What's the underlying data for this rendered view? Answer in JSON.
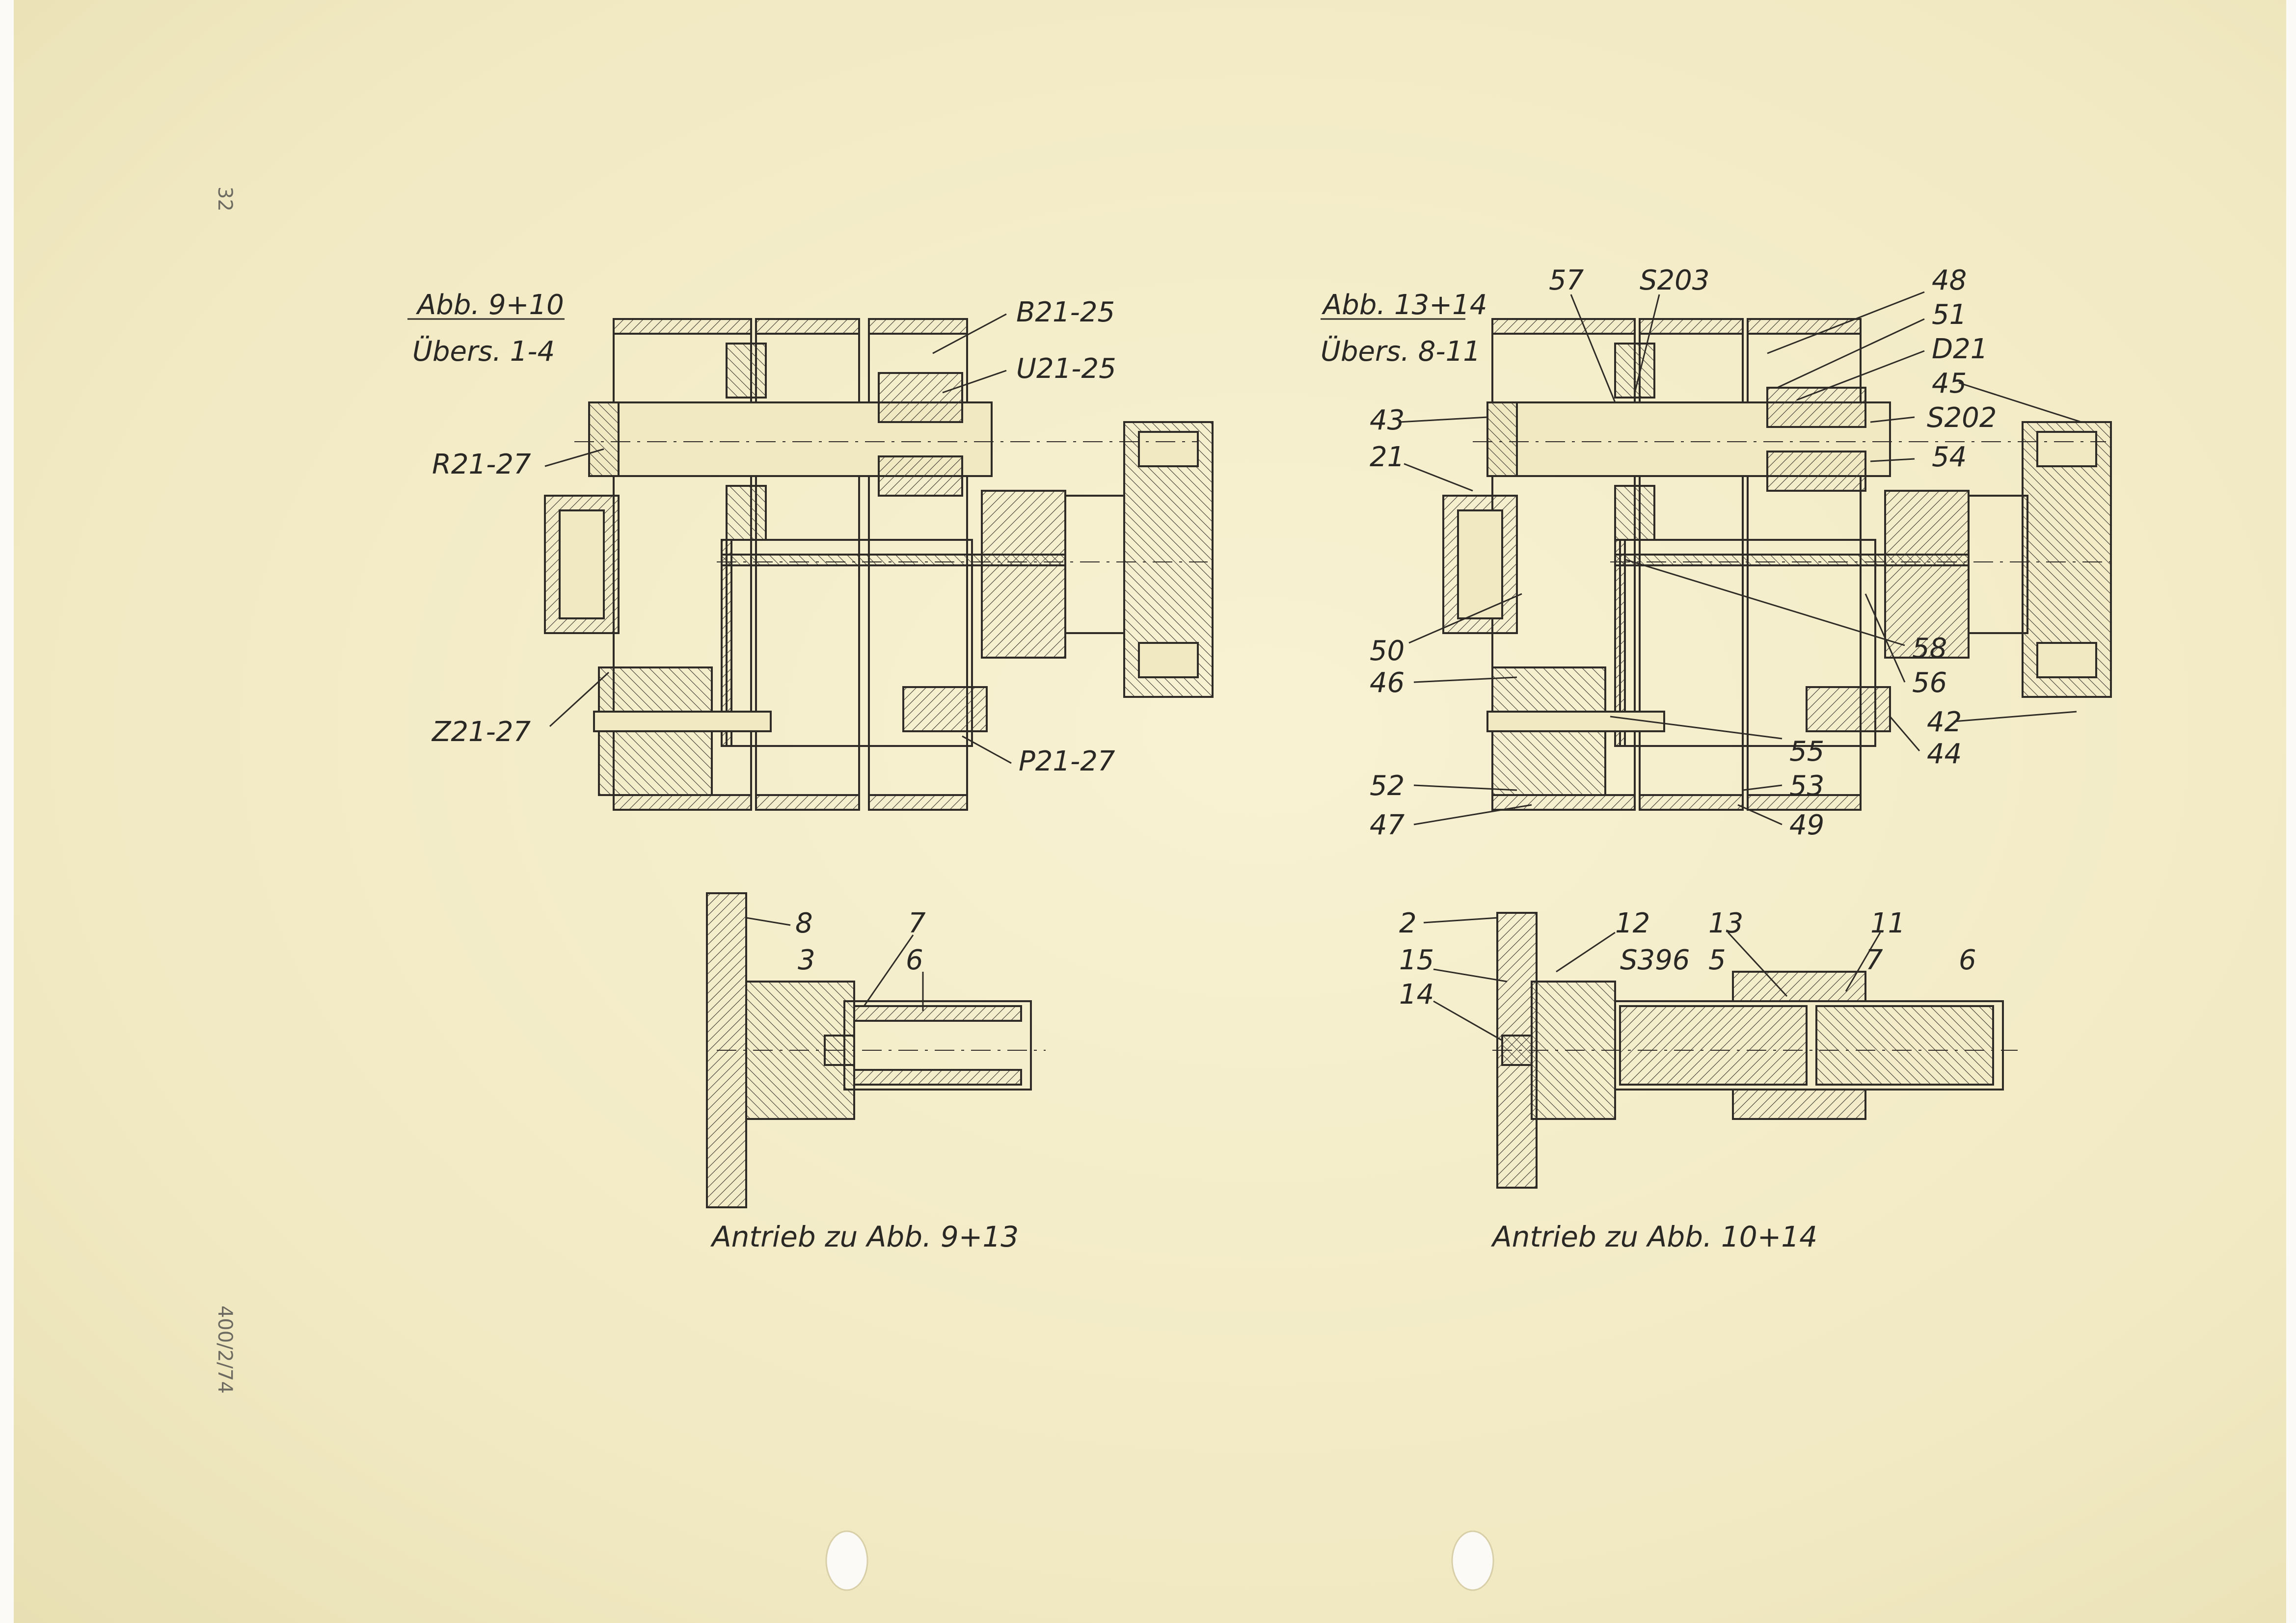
{
  "page": {
    "number": "32",
    "code": "400/2/74"
  },
  "fig_left": {
    "title": "Abb. 9+10",
    "subtitle": "Übers. 1-4",
    "labels": {
      "b": "B21-25",
      "u": "U21-25",
      "r": "R21-27",
      "z": "Z21-27",
      "p": "P21-27"
    }
  },
  "fig_right": {
    "title": "Abb. 13+14",
    "subtitle": "Übers. 8-11",
    "labels": {
      "n57": "57",
      "s203": "S203",
      "n48": "48",
      "n51": "51",
      "d21": "D21",
      "n45": "45",
      "s202": "S202",
      "n54": "54",
      "n43": "43",
      "n21": "21",
      "n58": "58",
      "n56": "56",
      "n42": "42",
      "n44": "44",
      "n50": "50",
      "n46": "46",
      "n55": "55",
      "n52": "52",
      "n53": "53",
      "n47": "47",
      "n49": "49"
    }
  },
  "drive_left": {
    "caption": "Antrieb zu Abb. 9+13",
    "labels": {
      "n8": "8",
      "n7": "7",
      "n3": "3",
      "n6": "6"
    }
  },
  "drive_right": {
    "caption": "Antrieb zu Abb. 10+14",
    "labels": {
      "n2": "2",
      "n12": "12",
      "n13": "13",
      "n11": "11",
      "n15": "15",
      "s396": "S396",
      "n5": "5",
      "n7": "7",
      "n6": "6",
      "n14": "14"
    }
  },
  "colors": {
    "paper": "#f5eecb",
    "ink": "#2a2825"
  }
}
